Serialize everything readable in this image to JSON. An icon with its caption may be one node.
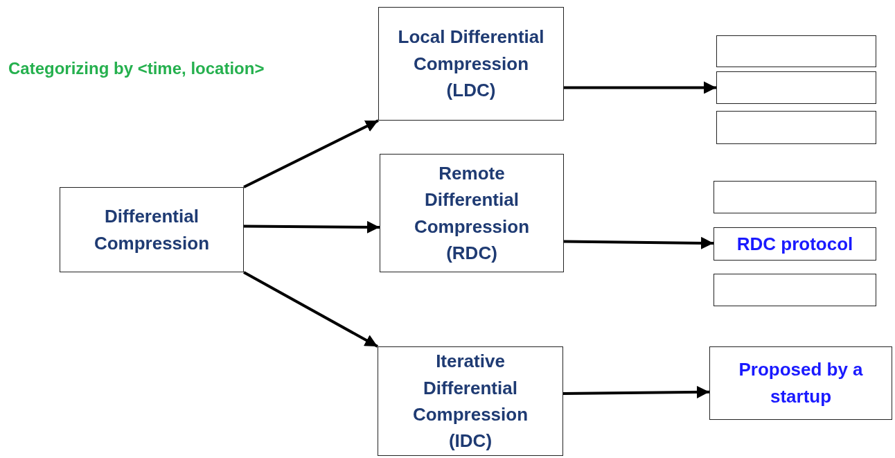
{
  "diagram": {
    "nodes": [
      {
        "text": [
          "Differential Compression"
        ]
      },
      {
        "text": [
          "Local Differential Compression (LDC)"
        ]
      },
      {
        "text": [
          "Remote Differential Compression (RDC)"
        ]
      },
      {
        "text": [
          "Iterative Differential Compression (IDC)"
        ]
      },
      {
        "text": [],
        "shape": "box"
      },
      {
        "text": [],
        "shape": "box"
      },
      {
        "text": [],
        "shape": "box"
      },
      {
        "text": [],
        "shape": "box"
      },
      {
        "text": [
          "RDC protocol"
        ]
      },
      {
        "text": [],
        "shape": "box"
      },
      {
        "text": [
          "Proposed by a startup"
        ]
      }
    ],
    "edges": [
      {
        "from": 0,
        "to": 1,
        "arrow": "to"
      },
      {
        "from": 0,
        "to": 2,
        "arrow": "to"
      },
      {
        "from": 0,
        "to": 3,
        "arrow": "to"
      },
      {
        "from": 1,
        "to": 5,
        "arrow": "to"
      },
      {
        "from": 2,
        "to": 8,
        "arrow": "to"
      },
      {
        "from": 3,
        "to": 10,
        "arrow": "to"
      }
    ],
    "labels": [
      "Categorizing by <time, location>"
    ]
  }
}
